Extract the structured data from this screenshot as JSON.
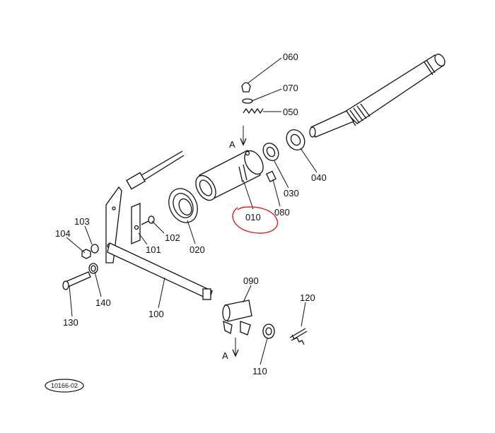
{
  "diagram": {
    "part_labels": {
      "p060": "060",
      "p070": "070",
      "p050": "050",
      "p040": "040",
      "p030": "030",
      "p080": "080",
      "p010": "010",
      "p020": "020",
      "p102": "102",
      "p101": "101",
      "p103": "103",
      "p104": "104",
      "p140": "140",
      "p130": "130",
      "p100": "100",
      "p090": "090",
      "p120": "120",
      "p110": "110"
    },
    "view_markers": {
      "upper": "A",
      "lower": "A"
    },
    "reference_code": "10166-02",
    "highlight_color": "#d22222",
    "line_color": "#111111"
  }
}
